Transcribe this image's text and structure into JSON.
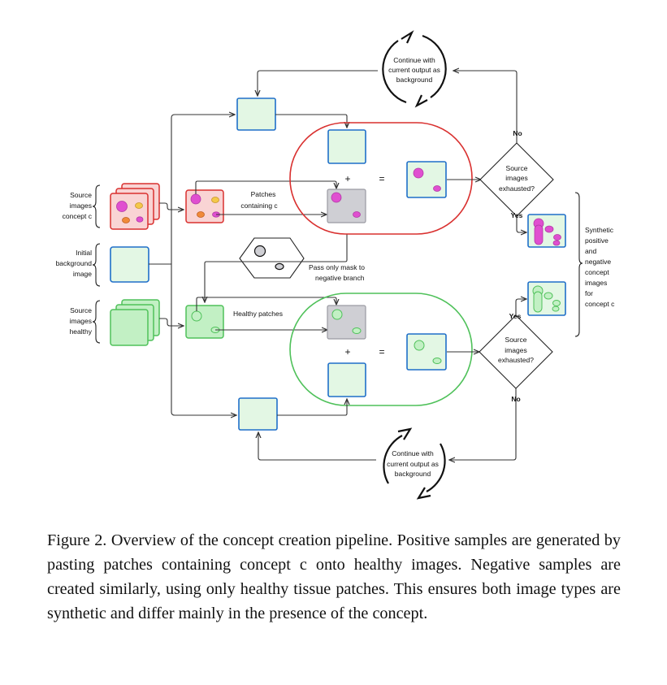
{
  "labels": {
    "source_concept": [
      "Source",
      "images",
      "concept c"
    ],
    "initial_bg": [
      "Initial",
      "background",
      "image"
    ],
    "source_healthy": [
      "Source",
      "images",
      "healthy"
    ],
    "patches_concept": [
      "Patches",
      "containing c"
    ],
    "healthy_patches": "Healthy patches",
    "pass_mask": [
      "Pass only mask to",
      "negative branch"
    ],
    "continue_top": [
      "Continue with",
      "current output as",
      "background"
    ],
    "continue_bottom": [
      "Continue with",
      "current output as",
      "background"
    ],
    "decision_top": [
      "Source",
      "images",
      "exhausted?"
    ],
    "decision_bottom": [
      "Source",
      "images",
      "exhausted?"
    ],
    "no_top": "No",
    "yes_top": "Yes",
    "yes_bottom": "Yes",
    "no_bottom": "No",
    "plus": "+",
    "equals": "=",
    "synthetic": [
      "Synthetic",
      "positive",
      "and",
      "negative",
      "concept",
      "images",
      "for",
      "concept c"
    ]
  },
  "caption": "Figure 2. Overview of the concept creation pipeline. Positive samples are generated by pasting patches containing concept c onto healthy images. Negative samples are created similarly, using only healthy tissue patches. This ensures both image types are synthetic and differ mainly in the presence of the concept.",
  "colors": {
    "blue_border": "#1f6fc9",
    "light_green_fill": "#e3f7e4",
    "red_border": "#d9302f",
    "red_fill": "#f9d4d4",
    "green_border": "#4fc15a",
    "green_fill": "#c2f0c4",
    "magenta": "#e04fd0",
    "orange": "#f08a3a",
    "yellow": "#f4c84a",
    "gray_fill": "#cfcfd4"
  }
}
